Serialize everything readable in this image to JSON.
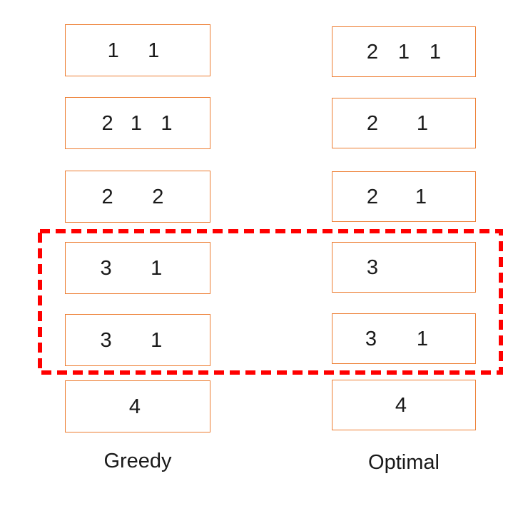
{
  "diagram": {
    "columns": [
      {
        "label": "Greedy",
        "boxes": [
          {
            "values": [
              {
                "v": "1",
                "x": 33
              },
              {
                "v": "1",
                "x": 61
              }
            ]
          },
          {
            "values": [
              {
                "v": "2",
                "x": 29
              },
              {
                "v": "1",
                "x": 49
              },
              {
                "v": "1",
                "x": 70
              }
            ]
          },
          {
            "values": [
              {
                "v": "2",
                "x": 29
              },
              {
                "v": "2",
                "x": 64
              }
            ]
          },
          {
            "values": [
              {
                "v": "3",
                "x": 28
              },
              {
                "v": "1",
                "x": 63
              }
            ]
          },
          {
            "values": [
              {
                "v": "3",
                "x": 28
              },
              {
                "v": "1",
                "x": 63
              }
            ]
          },
          {
            "values": [
              {
                "v": "4",
                "x": 48
              }
            ]
          }
        ]
      },
      {
        "label": "Optimal",
        "boxes": [
          {
            "values": [
              {
                "v": "2",
                "x": 28
              },
              {
                "v": "1",
                "x": 50
              },
              {
                "v": "1",
                "x": 72
              }
            ]
          },
          {
            "values": [
              {
                "v": "2",
                "x": 28
              },
              {
                "v": "1",
                "x": 63
              }
            ]
          },
          {
            "values": [
              {
                "v": "2",
                "x": 28
              },
              {
                "v": "1",
                "x": 62
              }
            ]
          },
          {
            "values": [
              {
                "v": "3",
                "x": 28
              }
            ]
          },
          {
            "values": [
              {
                "v": "3",
                "x": 27
              },
              {
                "v": "1",
                "x": 63
              }
            ]
          },
          {
            "values": [
              {
                "v": "4",
                "x": 48
              }
            ]
          }
        ]
      }
    ],
    "highlight": {
      "highlighted_row_indices": [
        3,
        4
      ]
    }
  },
  "colors": {
    "background": "#FFFFFF",
    "box_border": "#ED7D31",
    "highlight": "#FF0000",
    "text": "#1A1A1A"
  }
}
